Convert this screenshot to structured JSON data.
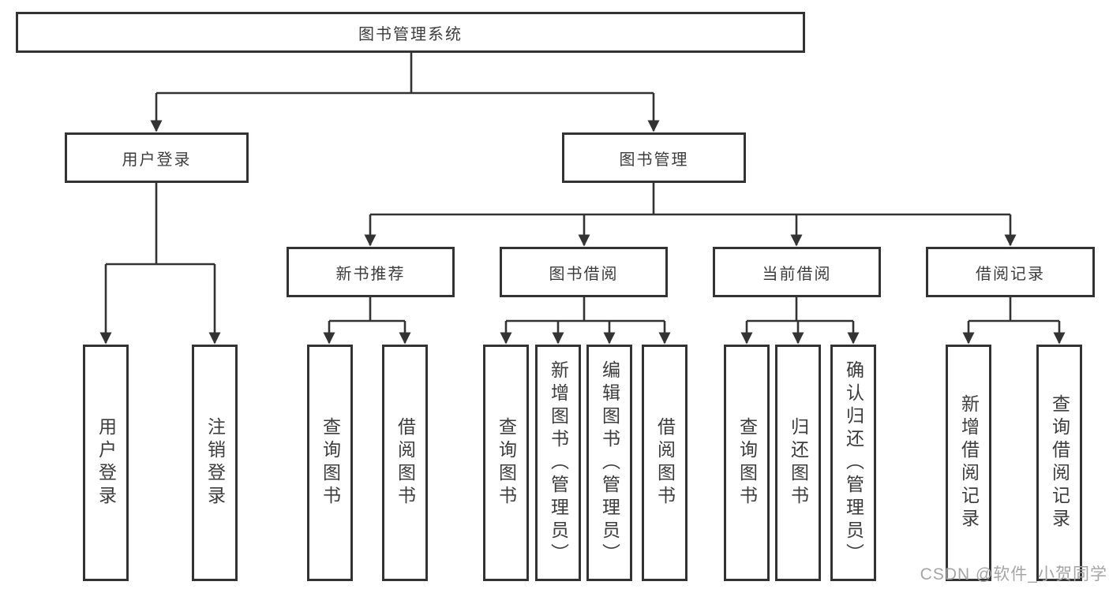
{
  "tree": {
    "root": {
      "label": "图书管理系统",
      "children": [
        {
          "label": "用户登录",
          "children": [
            {
              "label": "用户登录"
            },
            {
              "label": "注销登录"
            }
          ]
        },
        {
          "label": "图书管理",
          "children": [
            {
              "label": "新书推荐",
              "children": [
                {
                  "label": "查询图书"
                },
                {
                  "label": "借阅图书"
                }
              ]
            },
            {
              "label": "图书借阅",
              "children": [
                {
                  "label": "查询图书"
                },
                {
                  "label": "新增图书（管理员）"
                },
                {
                  "label": "编辑图书（管理员）"
                },
                {
                  "label": "借阅图书"
                }
              ]
            },
            {
              "label": "当前借阅",
              "children": [
                {
                  "label": "查询图书"
                },
                {
                  "label": "归还图书"
                },
                {
                  "label": "确认归还（管理员）"
                }
              ]
            },
            {
              "label": "借阅记录",
              "children": [
                {
                  "label": "新增借阅记录"
                },
                {
                  "label": "查询借阅记录"
                }
              ]
            }
          ]
        }
      ]
    }
  },
  "watermark": {
    "text": "CSDN @软件_小贺同学"
  },
  "colors": {
    "line": "#333333",
    "text": "#3c3c3c",
    "background": "#ffffff",
    "watermark": "#a5a5a5"
  }
}
